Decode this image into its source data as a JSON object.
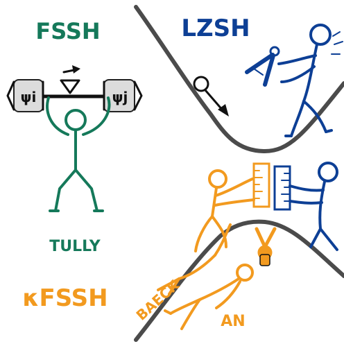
{
  "labels": {
    "fssh": "FSSH",
    "lzsh": "LZSH",
    "kfssh": "κFSSH",
    "tully": "TULLY",
    "baeck": "BAECK",
    "an": "AN",
    "psi_i": "ψi",
    "psi_j": "ψj"
  },
  "colors": {
    "fssh": "#15795a",
    "lzsh": "#0d3f95",
    "kfssh": "#f29a1f",
    "curve": "#4b4b4b",
    "ink": "#111111",
    "plate": "#dcdcdc"
  },
  "icons": {
    "nabla": "nabla-icon",
    "vector_arrow": "vector-arrow-icon",
    "compass": "compass-icon",
    "ruler": "ruler-icon",
    "pendulum": "pendulum-icon"
  }
}
